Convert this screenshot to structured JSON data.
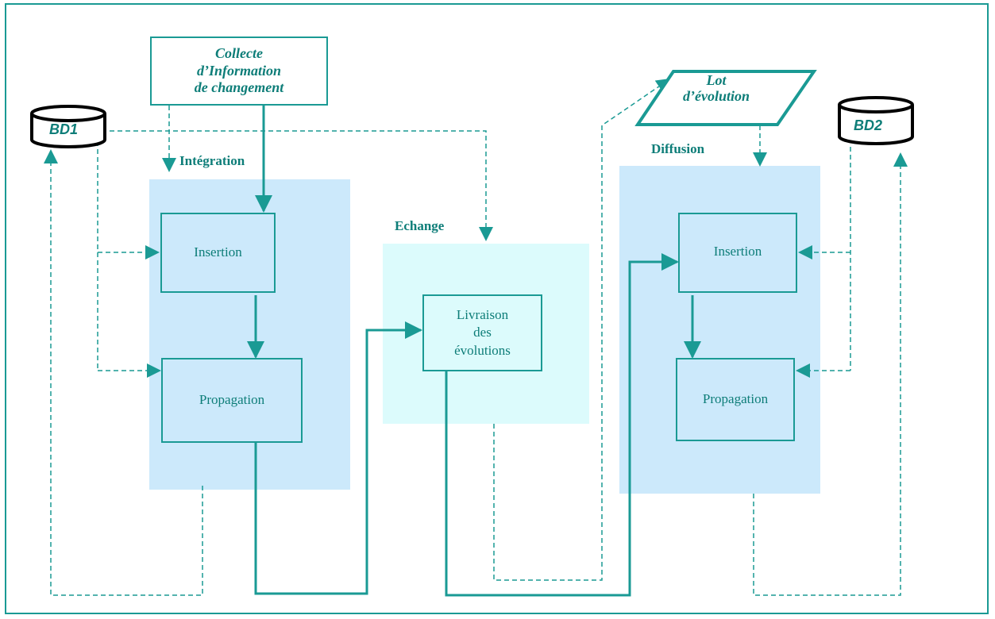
{
  "collecte": {
    "line1": "Collecte",
    "line2": "d’Information",
    "line3": "de changement"
  },
  "lot": {
    "line1": "Lot",
    "line2": "d’évolution"
  },
  "databases": {
    "bd1": "BD1",
    "bd2": "BD2"
  },
  "zones": {
    "integration": "Intégration",
    "echange": "Echange",
    "diffusion": "Diffusion"
  },
  "integration_steps": {
    "insertion": "Insertion",
    "propagation": "Propagation"
  },
  "echange_step": {
    "line1": "Livraison",
    "line2": "des",
    "line3": "évolutions"
  },
  "diffusion_steps": {
    "insertion": "Insertion",
    "propagation": "Propagation"
  },
  "colors": {
    "accent": "#1a9a94",
    "text": "#0d7d78",
    "zone_blue": "#cce9fb",
    "zone_cyan": "#dcfbfc"
  }
}
